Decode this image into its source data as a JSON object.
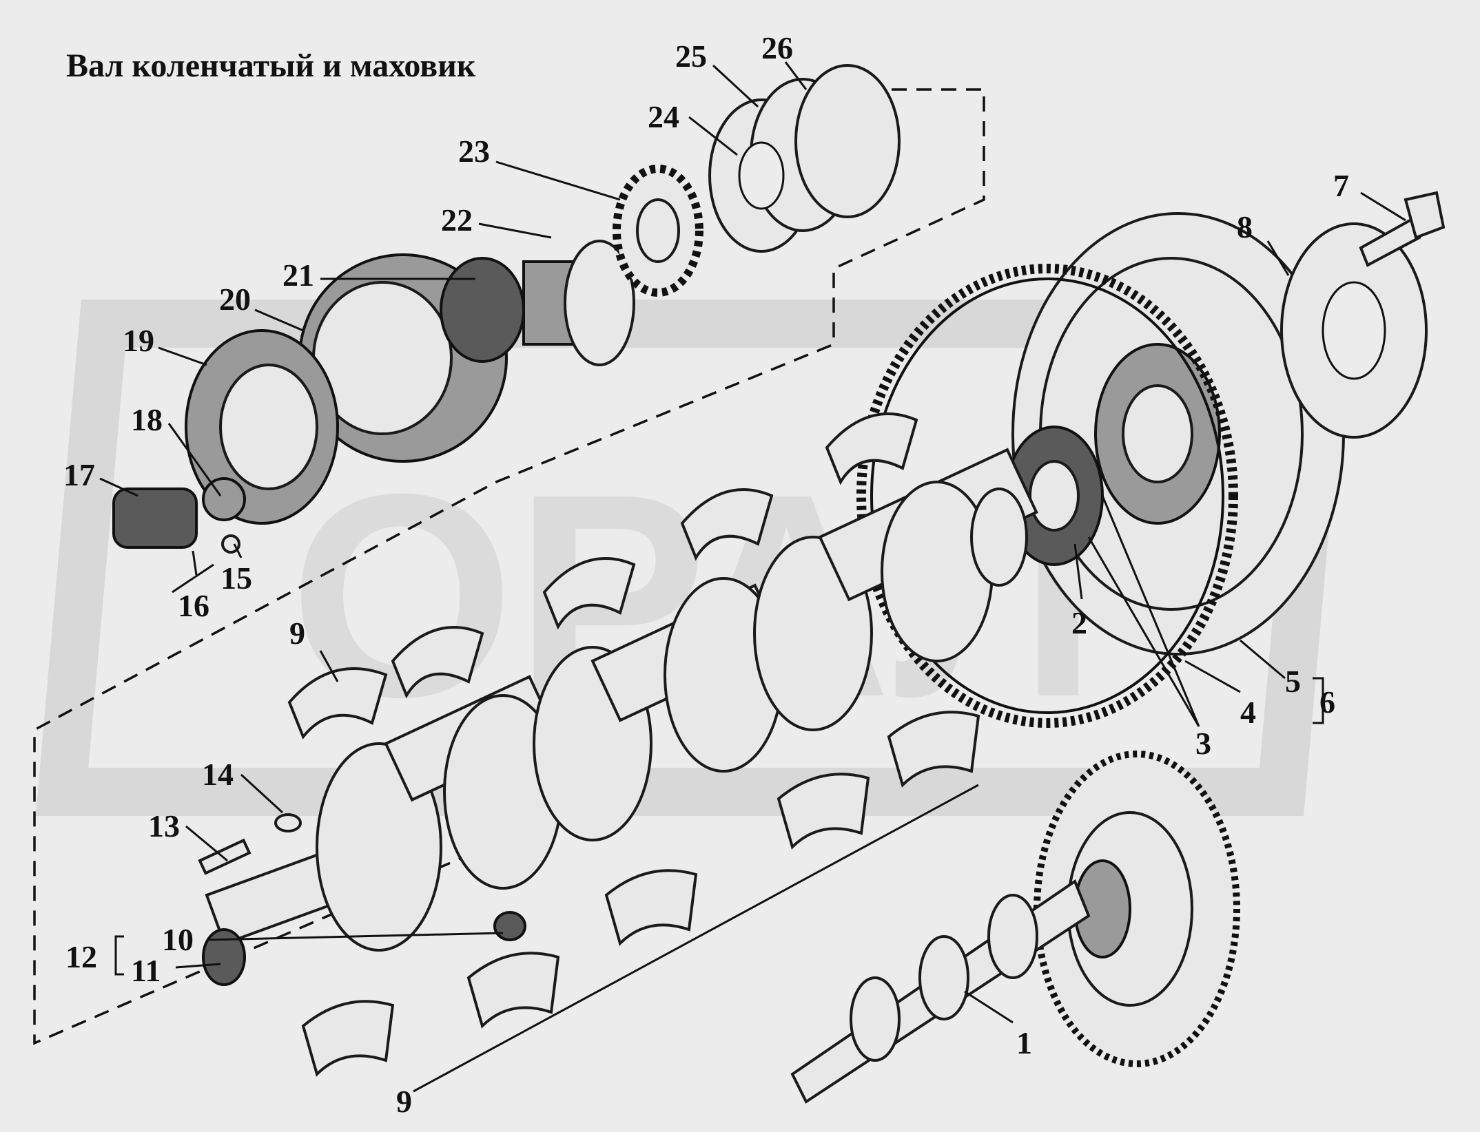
{
  "title": "Вал коленчатый и маховик",
  "watermark": "ОРАЛ",
  "callouts": [
    "1",
    "2",
    "3",
    "4",
    "5",
    "6",
    "7",
    "8",
    "9",
    "9",
    "10",
    "11",
    "12",
    "13",
    "14",
    "15",
    "16",
    "17",
    "18",
    "19",
    "20",
    "21",
    "22",
    "23",
    "24",
    "25",
    "26"
  ]
}
